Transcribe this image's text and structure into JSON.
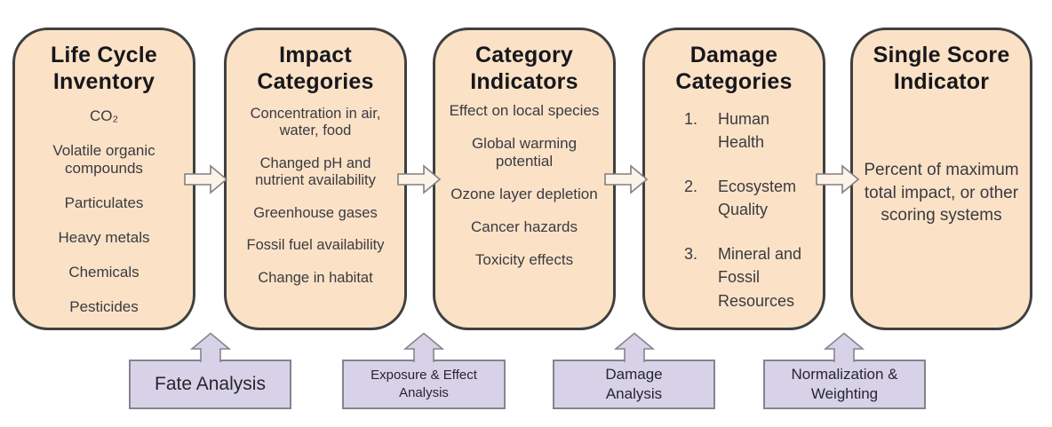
{
  "stages": [
    {
      "title": "Life Cycle Inventory",
      "items": [
        "CO₂",
        "Volatile organic compounds",
        "Particulates",
        "Heavy metals",
        "Chemicals",
        "Pesticides"
      ]
    },
    {
      "title": "Impact Categories",
      "items": [
        "Concentration in air, water, food",
        "Changed pH and nutrient availability",
        "Greenhouse gases",
        "Fossil fuel availability",
        "Change in habitat"
      ]
    },
    {
      "title": "Category Indicators",
      "items": [
        "Effect on local species",
        "Global warming potential",
        "Ozone layer depletion",
        "Cancer hazards",
        "Toxicity effects"
      ]
    },
    {
      "title": "Damage Categories",
      "items": [
        {
          "num": "1.",
          "text": "Human Health"
        },
        {
          "num": "2.",
          "text": "Ecosystem Quality"
        },
        {
          "num": "3.",
          "text": "Mineral and Fossil Resources"
        }
      ]
    },
    {
      "title": "Single Score Indicator",
      "description": "Percent of maximum total impact, or other scoring systems"
    }
  ],
  "process_labels": [
    {
      "lines": [
        "Fate Analysis"
      ]
    },
    {
      "lines": [
        "Exposure & Effect",
        "Analysis"
      ]
    },
    {
      "lines": [
        "Damage",
        "Analysis"
      ]
    },
    {
      "lines": [
        "Normalization &",
        "Weighting"
      ]
    }
  ],
  "colors": {
    "stage_fill": "#fbe2c6",
    "stage_border": "#404040",
    "flow_arrow_fill": "#fcf2e8",
    "flow_arrow_border": "#808080",
    "process_fill": "#d8d2e8",
    "process_border": "#84848e",
    "title_text": "#17171c",
    "body_text": "#3a3a42"
  }
}
